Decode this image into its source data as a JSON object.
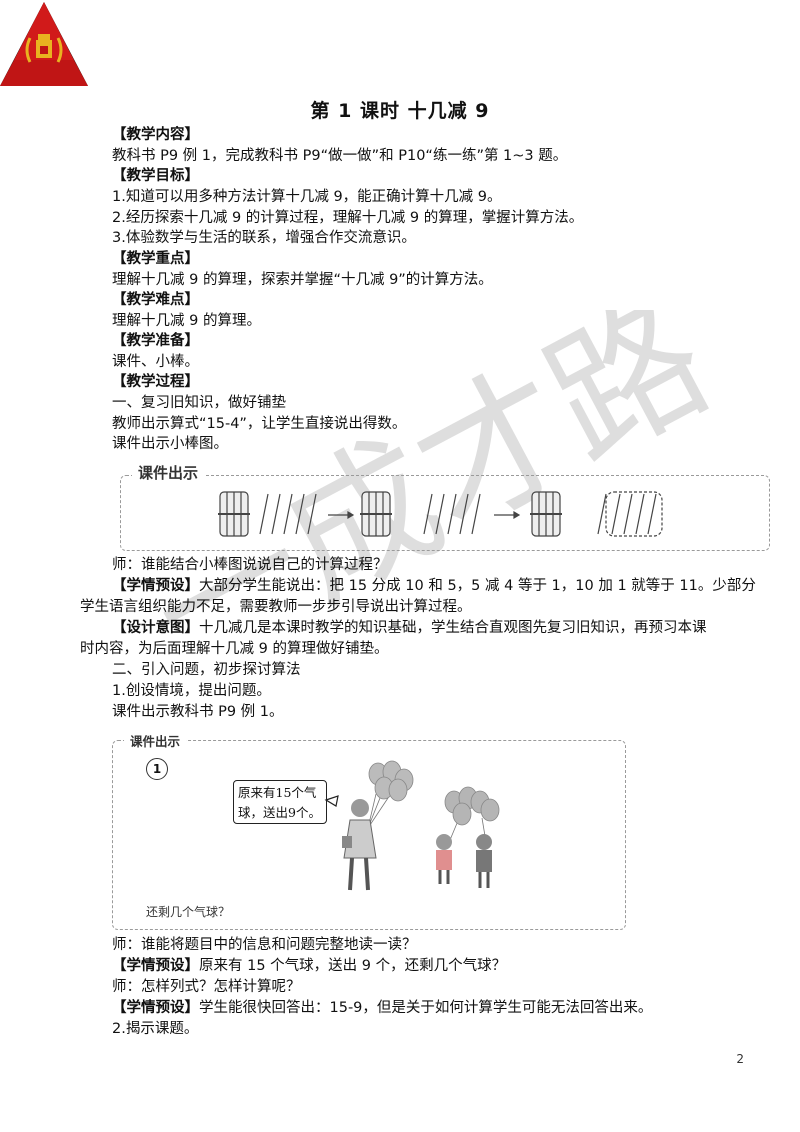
{
  "title": "第 1 课时 十几减 9",
  "lines": {
    "h_content": "【教学内容】",
    "content": "教科书 P9 例 1，完成教科书 P9“做一做”和 P10“练一练”第 1~3 题。",
    "h_goals": "【教学目标】",
    "goal1": "1.知道可以用多种方法计算十几减 9，能正确计算十几减 9。",
    "goal2": "2.经历探索十几减 9 的计算过程，理解十几减 9 的算理，掌握计算方法。",
    "goal3": "3.体验数学与生活的联系，增强合作交流意识。",
    "h_key": "【教学重点】",
    "key": "理解十几减 9 的算理，探索并掌握“十几减 9”的计算方法。",
    "h_difficult": "【教学难点】",
    "difficult": "理解十几减 9 的算理。",
    "h_prep": "【教学准备】",
    "prep": "课件、小棒。",
    "h_process": "【教学过程】",
    "step1": "一、复习旧知识，做好铺垫",
    "p1": "教师出示算式“15-4”，让学生直接说出得数。",
    "p2": "课件出示小棒图。",
    "teacher1": "师：谁能结合小棒图说说自己的计算过程？",
    "preset1_label": "【学情预设】",
    "preset1_a": "大部分学生能说出：把 15 分成 10 和 5，5 减 4 等于 1，10 加 1 就等于 11。少部分",
    "preset1_b": "学生语言组织能力不足，需要教师一步步引导说出计算过程。",
    "design_label": "【设计意图】",
    "design_a": "十几减几是本课时教学的知识基础，学生结合直观图先复习旧知识，再预习本课",
    "design_b": "时内容，为后面理解十几减 9 的算理做好铺垫。",
    "step2": "二、引入问题，初步探讨算法",
    "p3": "1.创设情境，提出问题。",
    "p4": "课件出示教科书 P9 例 1。",
    "teacher2": "师：谁能将题目中的信息和问题完整地读一读？",
    "preset2_label": "【学情预设】",
    "preset2": "原来有 15 个气球，送出 9 个，还剩几个气球？",
    "teacher3": "师：怎样列式？怎样计算呢？",
    "preset3_label": "【学情预设】",
    "preset3": "学生能很快回答出：15-9，但是关于如何计算学生可能无法回答出来。",
    "p5": "2.揭示课题。"
  },
  "box1": {
    "label": "课件出示"
  },
  "box2": {
    "label": "课件出示",
    "number": "1",
    "bubble_line1": "原来有15个气",
    "bubble_line2": "球，送出9个。",
    "question": "还剩几个气球？"
  },
  "watermark": "一成才路",
  "page_number": "2",
  "colors": {
    "logo_red": "#d11a1a",
    "logo_black": "#111111",
    "logo_gold": "#e9b320",
    "watermark": "#cfcfcf",
    "box_border": "#9a9a9a"
  }
}
